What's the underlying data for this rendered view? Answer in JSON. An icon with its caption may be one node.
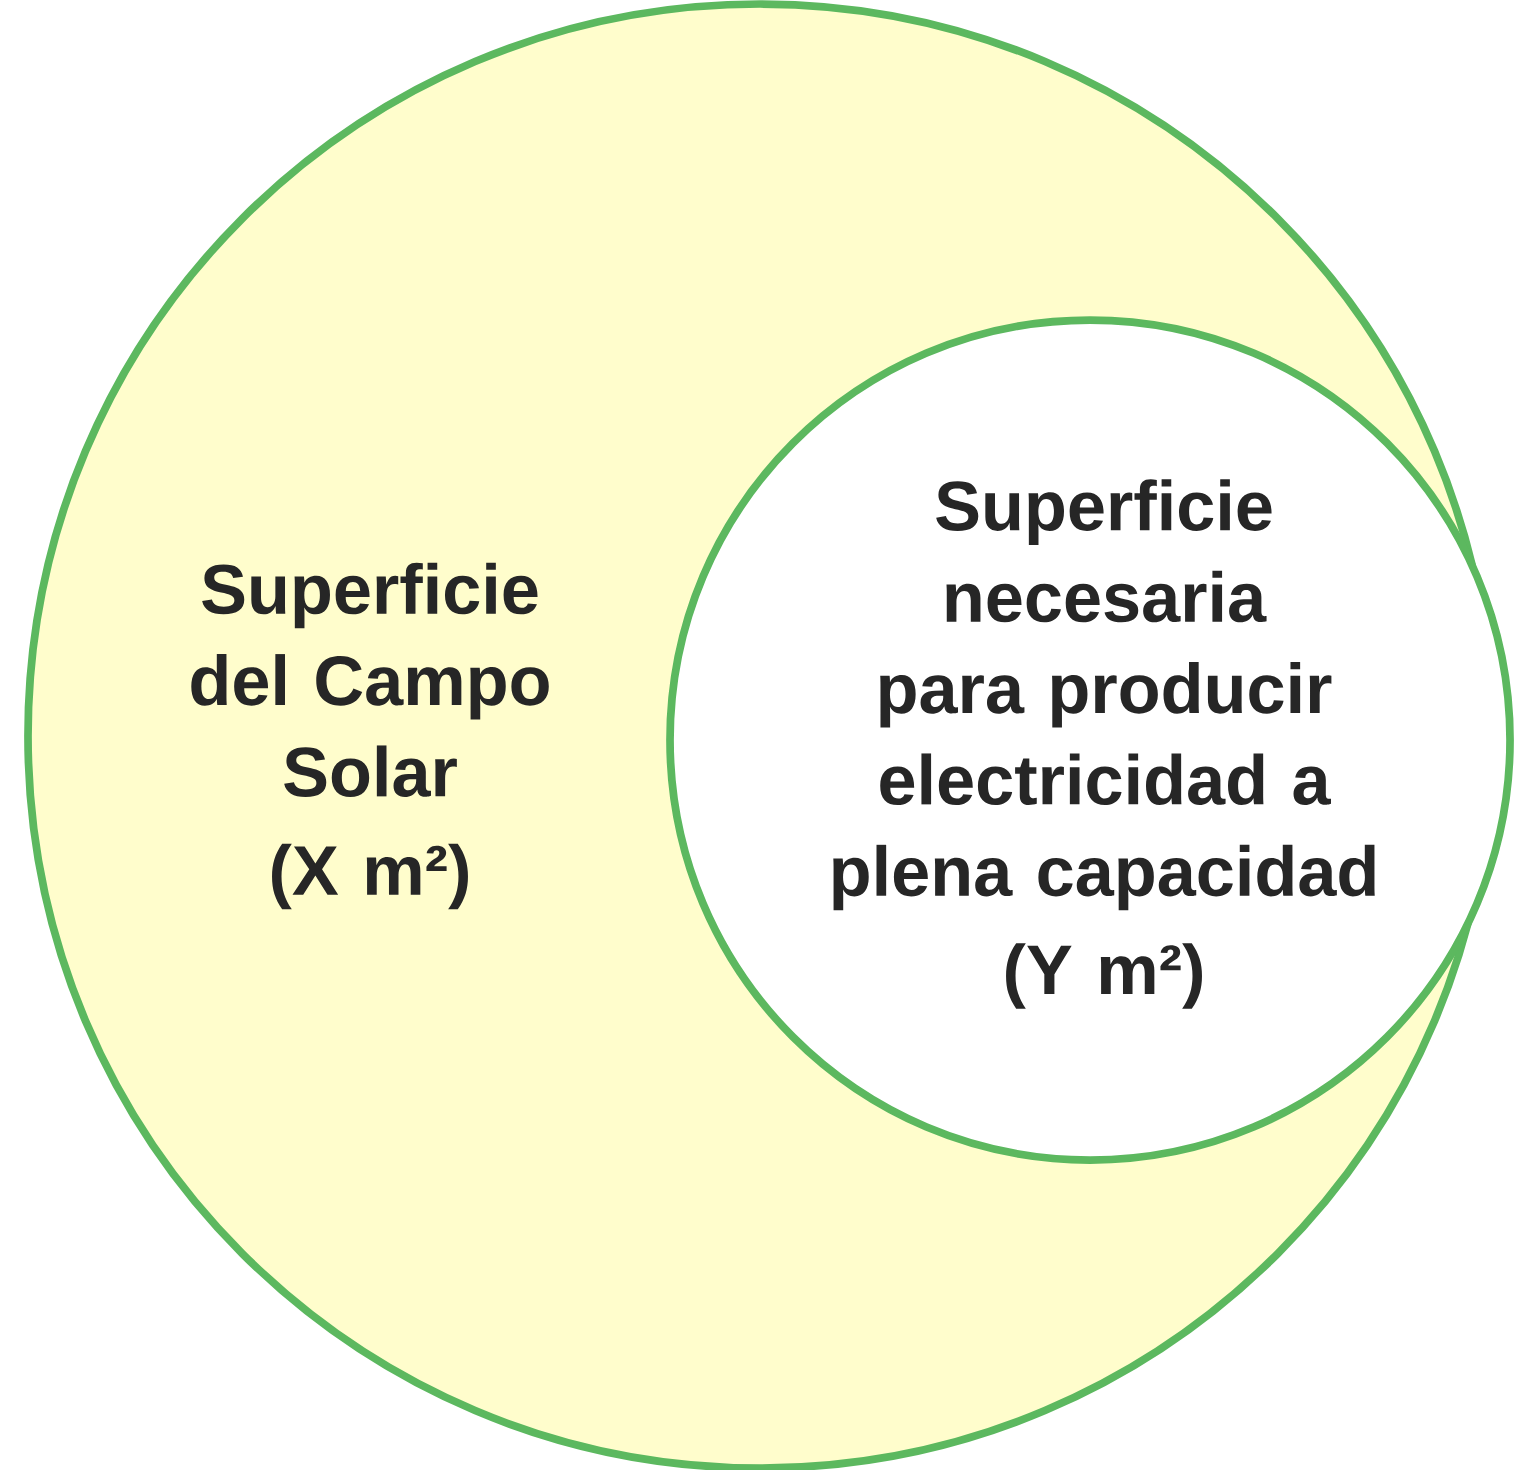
{
  "diagram": {
    "nodes": [
      {
        "text": [
          "Superficie del Campo Solar",
          "(X m²)"
        ]
      },
      {
        "text": [
          "Superficie necesaria para producir electricidad a plena capacidad",
          "(Y m²)"
        ],
        "in": 0
      }
    ]
  }
}
